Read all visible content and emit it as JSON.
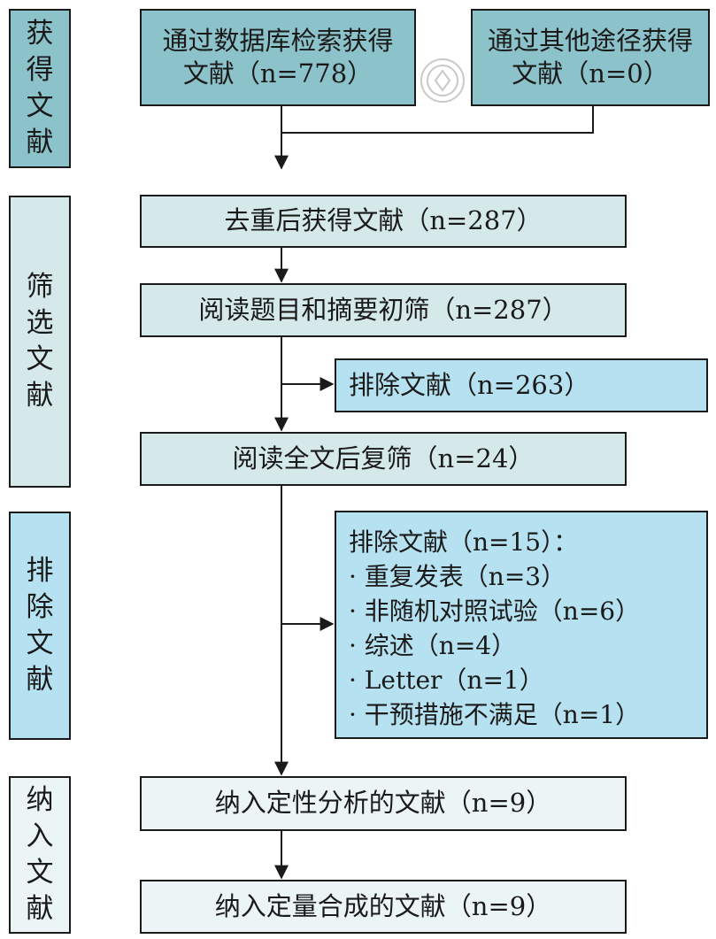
{
  "stages": {
    "identification": "获得文献",
    "screening": "筛选文献",
    "exclusion": "排除文献",
    "inclusion": "纳入文献"
  },
  "nodes": {
    "database_search": "通过数据库检索获得文献（n=778）",
    "other_sources": "通过其他途径获得文献（n=0）",
    "after_dedup": "去重后获得文献（n=287）",
    "title_abstract_screen": "阅读题目和摘要初筛（n=287）",
    "excluded_first": "排除文献（n=263）",
    "fulltext_screen": "阅读全文后复筛（n=24）",
    "excluded_fulltext": {
      "heading": "排除文献（n=15）：",
      "reasons": [
        "· 重复发表（n=3）",
        "· 非随机对照试验（n=6）",
        "· 综述（n=4）",
        "· Letter（n=1）",
        "· 干预措施不满足（n=1）"
      ]
    },
    "qualitative": "纳入定性分析的文献（n=9）",
    "quantitative": "纳入定量合成的文献（n=9）"
  },
  "colors": {
    "stage_identification": "#8cc2c9",
    "stage_screening": "#d5e9ea",
    "stage_exclusion": "#b6e1f0",
    "stage_inclusion": "#ebf5f6",
    "line": "#1a1a1a"
  }
}
